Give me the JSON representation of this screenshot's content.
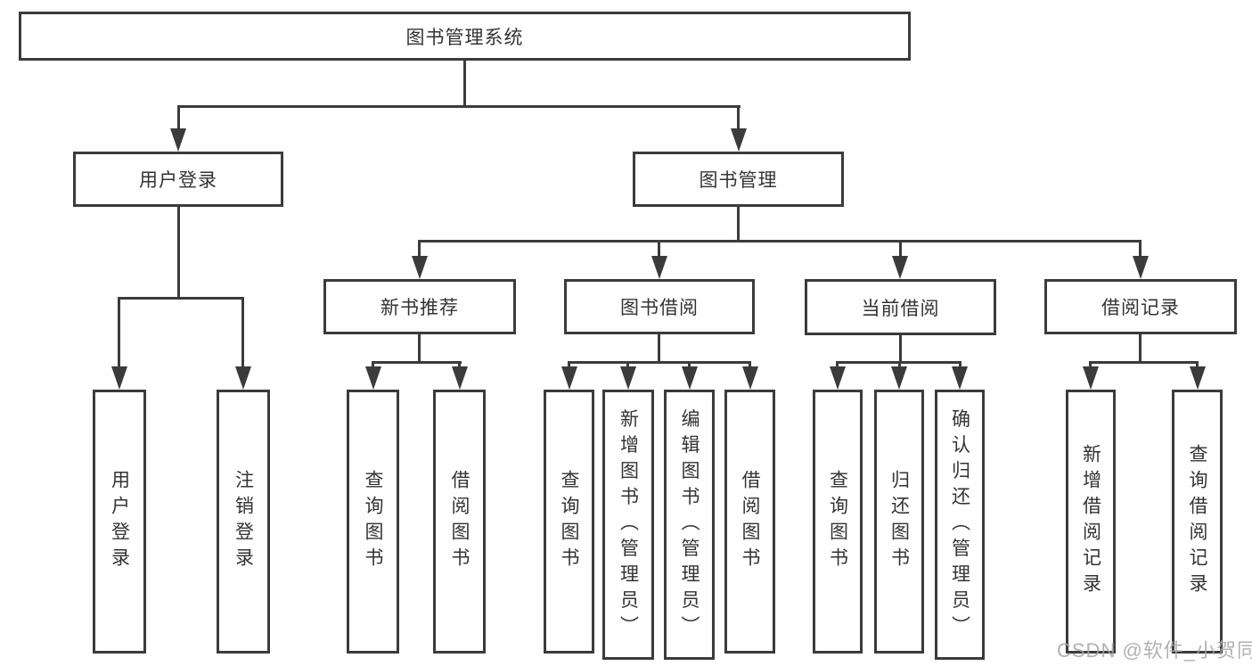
{
  "watermark": {
    "text": "CSDN @软件_小贺同学",
    "color": "#a5a5a5"
  },
  "colors": {
    "line": "#3b3b3b",
    "text": "#333333",
    "box_background": "#ffffff",
    "page_background": "#ffffff"
  },
  "tree": {
    "root": {
      "label": "图书管理系统",
      "children": [
        {
          "label": "用户登录",
          "children": [
            {
              "label": "用户登录"
            },
            {
              "label": "注销登录"
            }
          ]
        },
        {
          "label": "图书管理",
          "children": [
            {
              "label": "新书推荐",
              "children": [
                {
                  "label": "查询图书"
                },
                {
                  "label": "借阅图书"
                }
              ]
            },
            {
              "label": "图书借阅",
              "children": [
                {
                  "label": "查询图书"
                },
                {
                  "label": "新增图书（管理员）"
                },
                {
                  "label": "编辑图书（管理员）"
                },
                {
                  "label": "借阅图书"
                }
              ]
            },
            {
              "label": "当前借阅",
              "children": [
                {
                  "label": "查询图书"
                },
                {
                  "label": "归还图书"
                },
                {
                  "label": "确认归还（管理员）"
                }
              ]
            },
            {
              "label": "借阅记录",
              "children": [
                {
                  "label": "新增借阅记录"
                },
                {
                  "label": "查询借阅记录"
                }
              ]
            }
          ]
        }
      ]
    }
  }
}
